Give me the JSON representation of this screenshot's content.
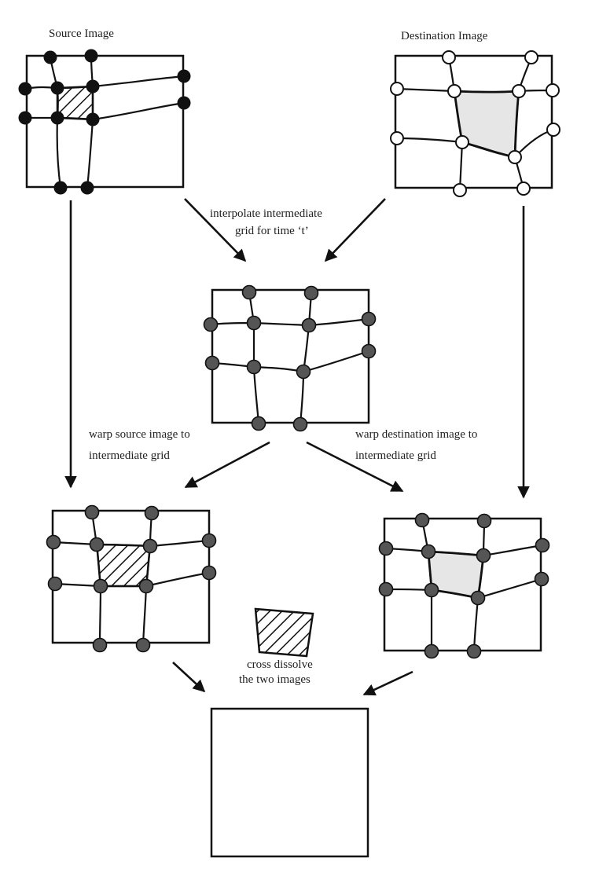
{
  "labels": {
    "source_image": "Source Image",
    "destination_image": "Destination Image",
    "interpolate_line1": "interpolate intermediate",
    "interpolate_line2": "grid for time ‘t’",
    "warp_source_line1": "warp source image to",
    "warp_source_line2": "intermediate grid",
    "warp_dest_line1": "warp destination image to",
    "warp_dest_line2": "intermediate grid",
    "cross_line1": "cross dissolve",
    "cross_line2": "the two images"
  },
  "colors": {
    "stroke": "#111111",
    "source_point": "#111111",
    "intermediate_point": "#555555",
    "destination_point": "#ffffff",
    "shaded_region": "#e6e6e6"
  }
}
